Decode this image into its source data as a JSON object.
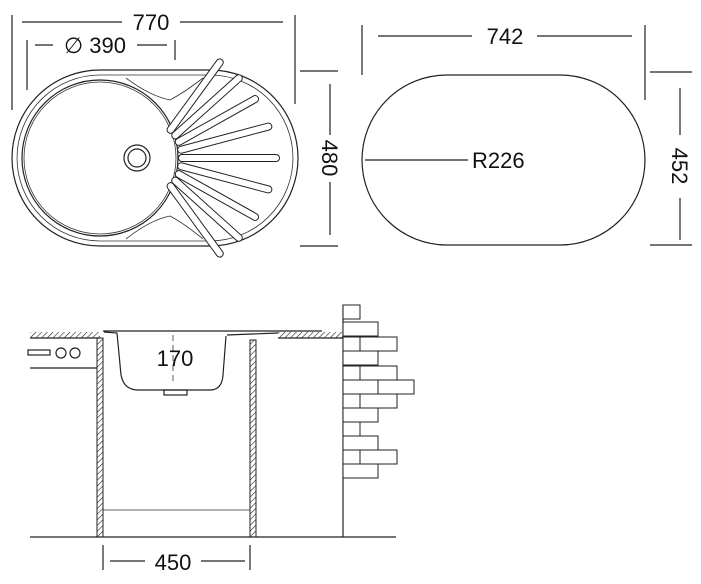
{
  "top_view": {
    "overall_length": "770",
    "bowl_diameter": "∅ 390",
    "overall_width": "480"
  },
  "cutout_view": {
    "length": "742",
    "radius": "R226",
    "width": "452"
  },
  "side_view": {
    "bowl_depth": "170",
    "cabinet_width": "450"
  },
  "colors": {
    "line": "#222222",
    "background": "#ffffff"
  }
}
